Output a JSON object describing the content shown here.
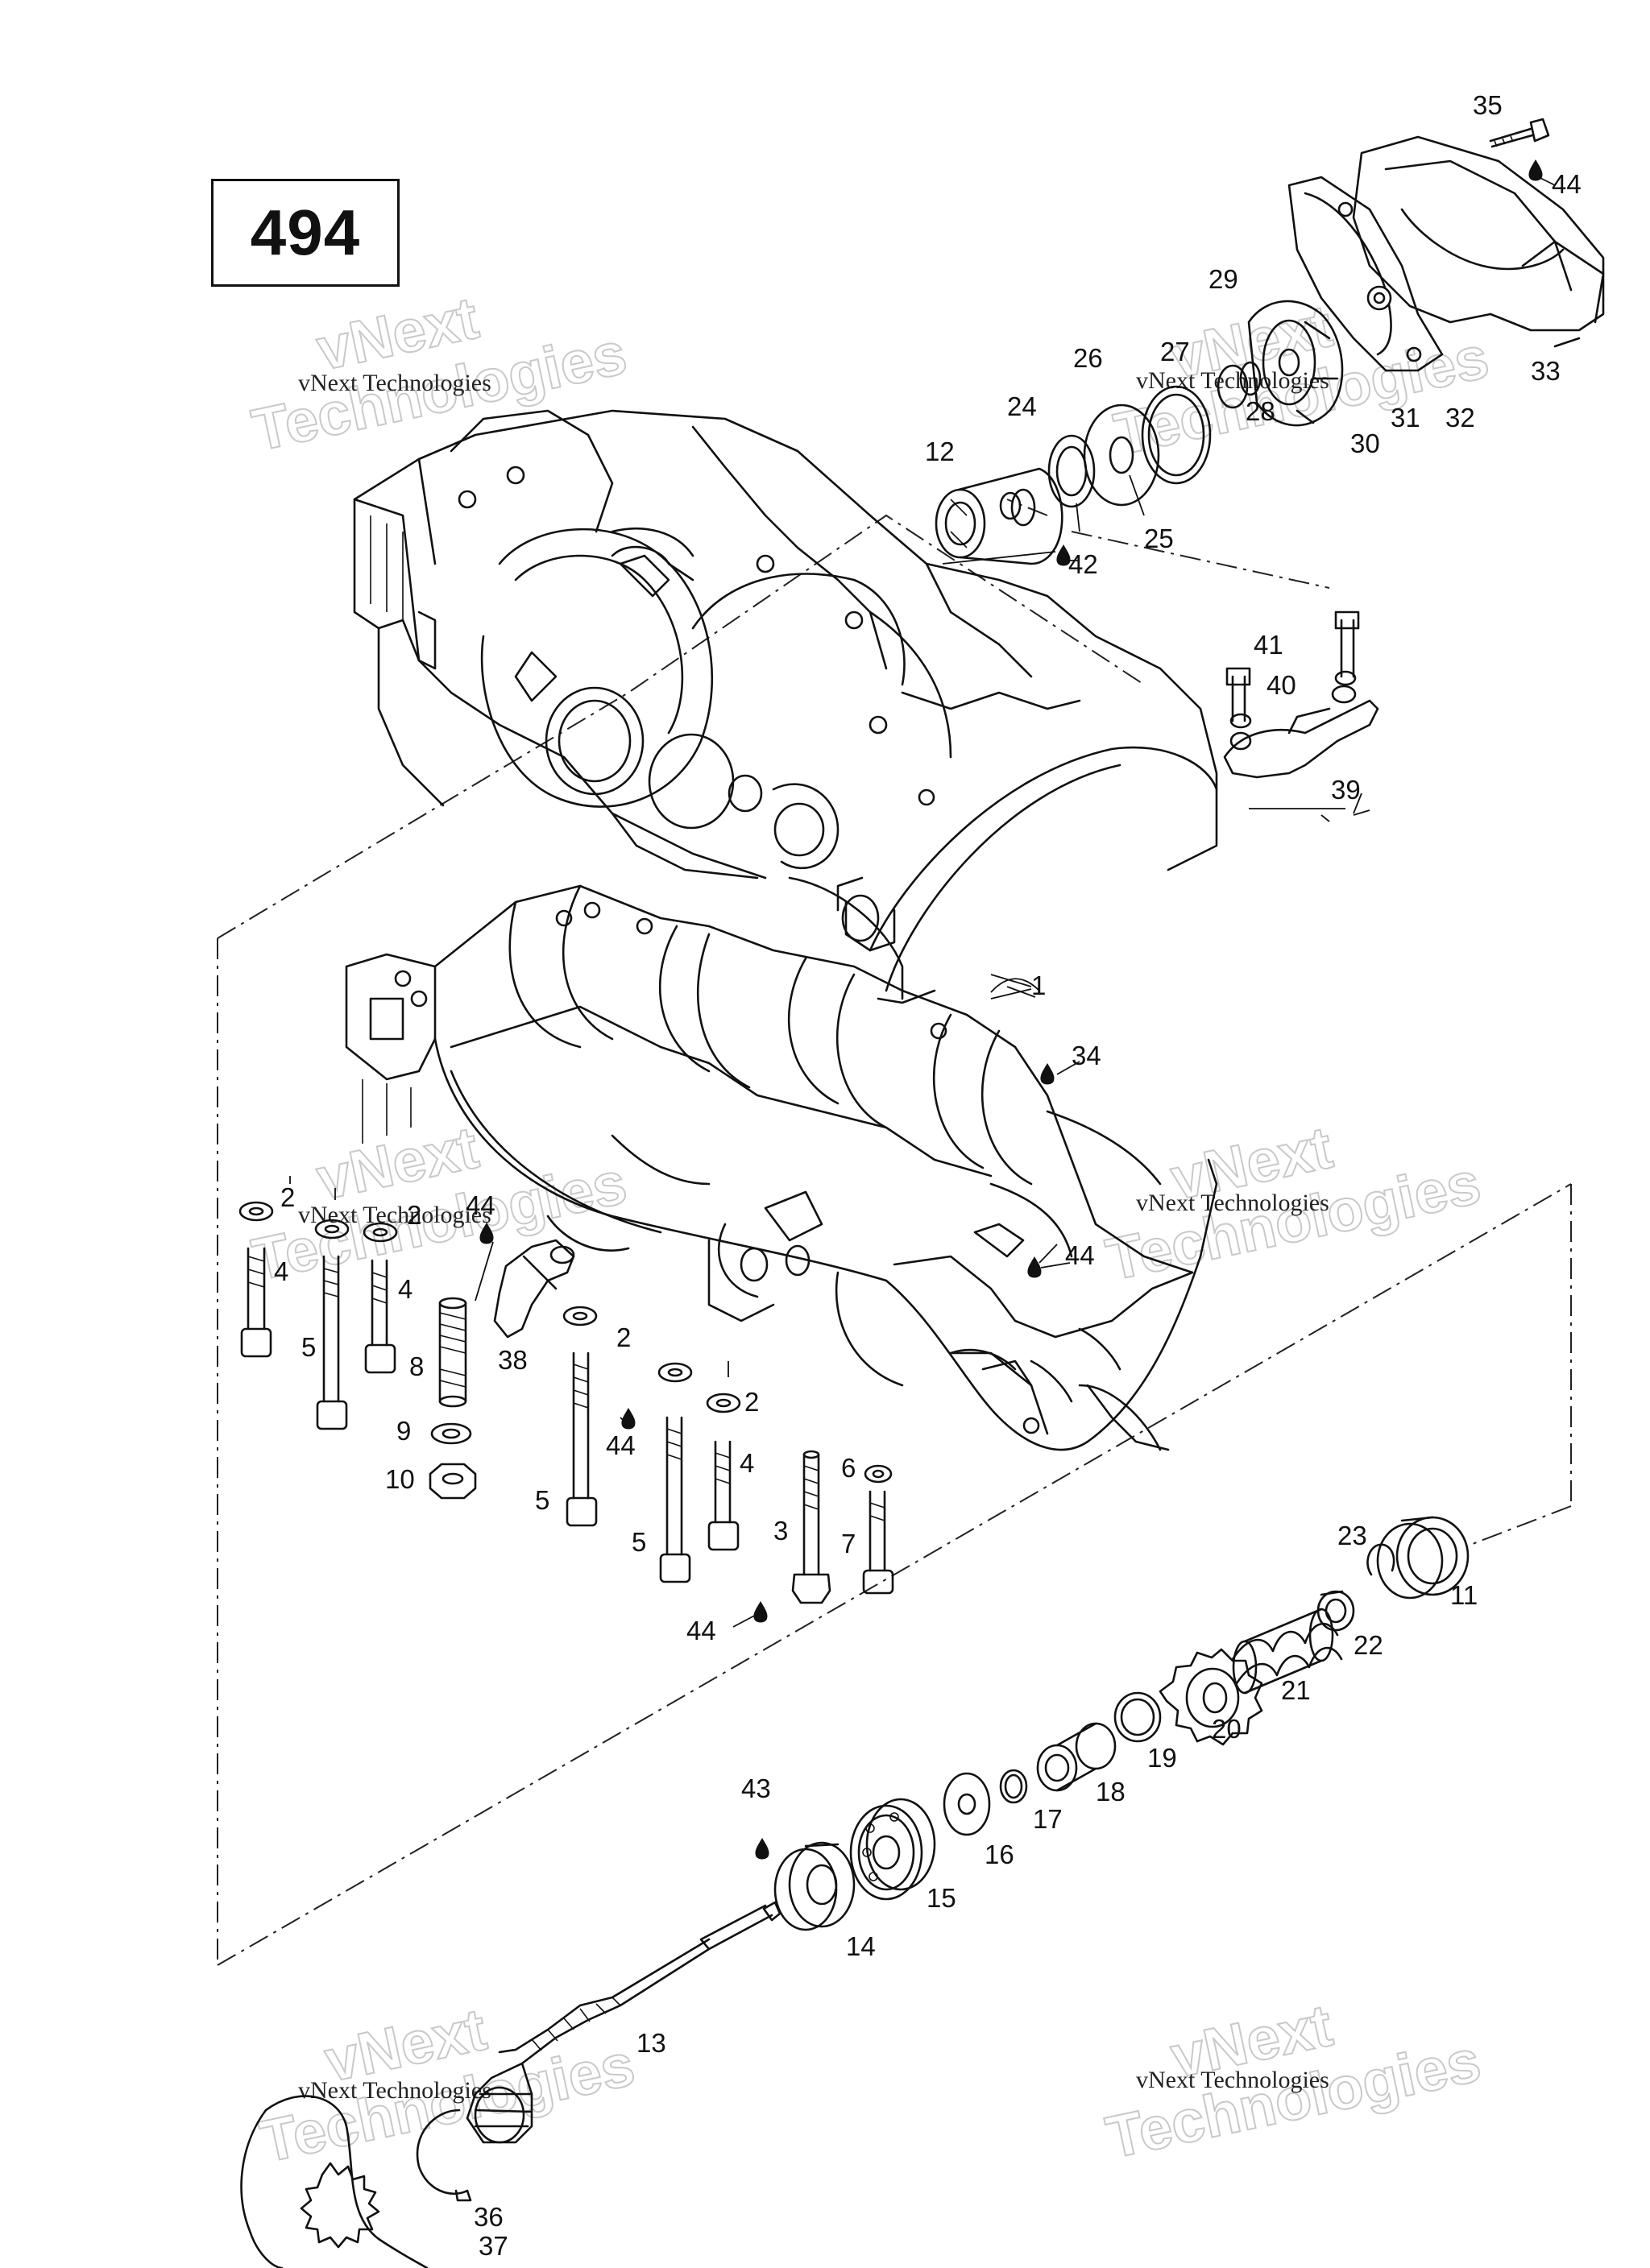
{
  "diagram": {
    "reference_number": "494",
    "watermark_text": "vNext Technologies",
    "watermark_big": [
      "vNext",
      "Technologies"
    ],
    "callouts": [
      "1",
      "2",
      "3",
      "4",
      "5",
      "6",
      "7",
      "8",
      "9",
      "10",
      "11",
      "12",
      "13",
      "14",
      "15",
      "16",
      "17",
      "18",
      "19",
      "20",
      "21",
      "22",
      "23",
      "24",
      "25",
      "26",
      "27",
      "28",
      "29",
      "30",
      "31",
      "32",
      "33",
      "34",
      "35",
      "36",
      "37",
      "38",
      "39",
      "40",
      "41",
      "42",
      "43",
      "44"
    ]
  }
}
